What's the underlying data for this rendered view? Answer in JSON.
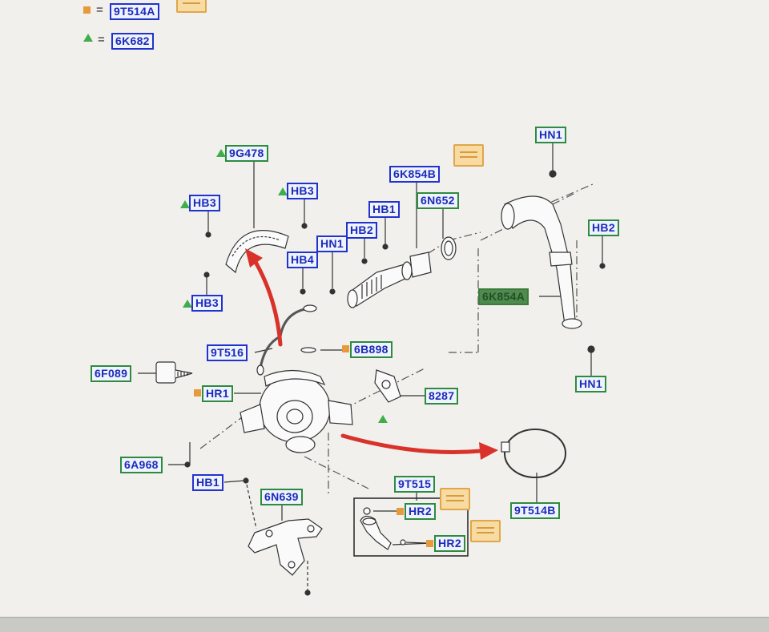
{
  "legend": [
    {
      "marker": "square",
      "color": "#e69a3c",
      "eq": "=",
      "code": "9T514A"
    },
    {
      "marker": "triangle",
      "color": "#3fae4a",
      "eq": "=",
      "code": "6K682"
    }
  ],
  "labels": {
    "l_9G478": "9G478",
    "l_HB3_a": "HB3",
    "l_HB3_b": "HB3",
    "l_HB3_c": "HB3",
    "l_HB4": "HB4",
    "l_HN1_a": "HN1",
    "l_HB2_a": "HB2",
    "l_HB1_a": "HB1",
    "l_6K854B": "6K854B",
    "l_6N652": "6N652",
    "l_HN1_b": "HN1",
    "l_HB2_b": "HB2",
    "l_6K854A": "6K854A",
    "l_HN1_c": "HN1",
    "l_9T516": "9T516",
    "l_6B898": "6B898",
    "l_6F089": "6F089",
    "l_HR1": "HR1",
    "l_8287": "8287",
    "l_6A968": "6A968",
    "l_HB1_b": "HB1",
    "l_6N639": "6N639",
    "l_9T515": "9T515",
    "l_HR2_a": "HR2",
    "l_HR2_b": "HR2",
    "l_9T514B": "9T514B"
  },
  "colors": {
    "label_border_green": "#2e8b3e",
    "label_border_blue": "#2233cc",
    "label_text": "#1c2bb8",
    "selected_label_bg": "#4f8a4f",
    "arrow_red": "#d8322a",
    "marker_orange": "#e69a3c",
    "marker_green": "#3fae4a"
  }
}
